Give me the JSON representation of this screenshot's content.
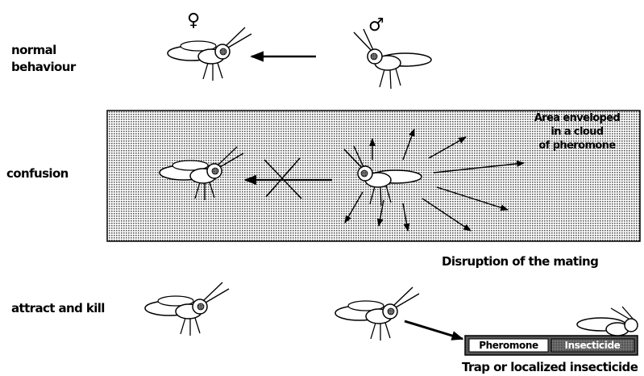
{
  "rows": {
    "normal": {
      "label_line1": "normal",
      "label_line2": "behaviour",
      "female_symbol": "♀",
      "male_symbol": "♂"
    },
    "confusion": {
      "label": "confusion",
      "cloud_note_line1": "Area enveloped",
      "cloud_note_line2": "in a cloud",
      "cloud_note_line3": "of pheromone",
      "caption": "Disruption of the mating"
    },
    "attract": {
      "label": "attract and kill",
      "trap_left": "Pheromone",
      "trap_right": "Insecticide",
      "caption": "Trap or localized insecticide"
    }
  },
  "icons": {
    "insect": "moth-icon",
    "arrow": "arrow-icon",
    "blocked": "cross-icon"
  },
  "colors": {
    "ink": "#000000",
    "cloud_fill": "#d8d8d8",
    "trap_left_fill": "#ffffff",
    "trap_right_fill": "#9a9a9a"
  }
}
